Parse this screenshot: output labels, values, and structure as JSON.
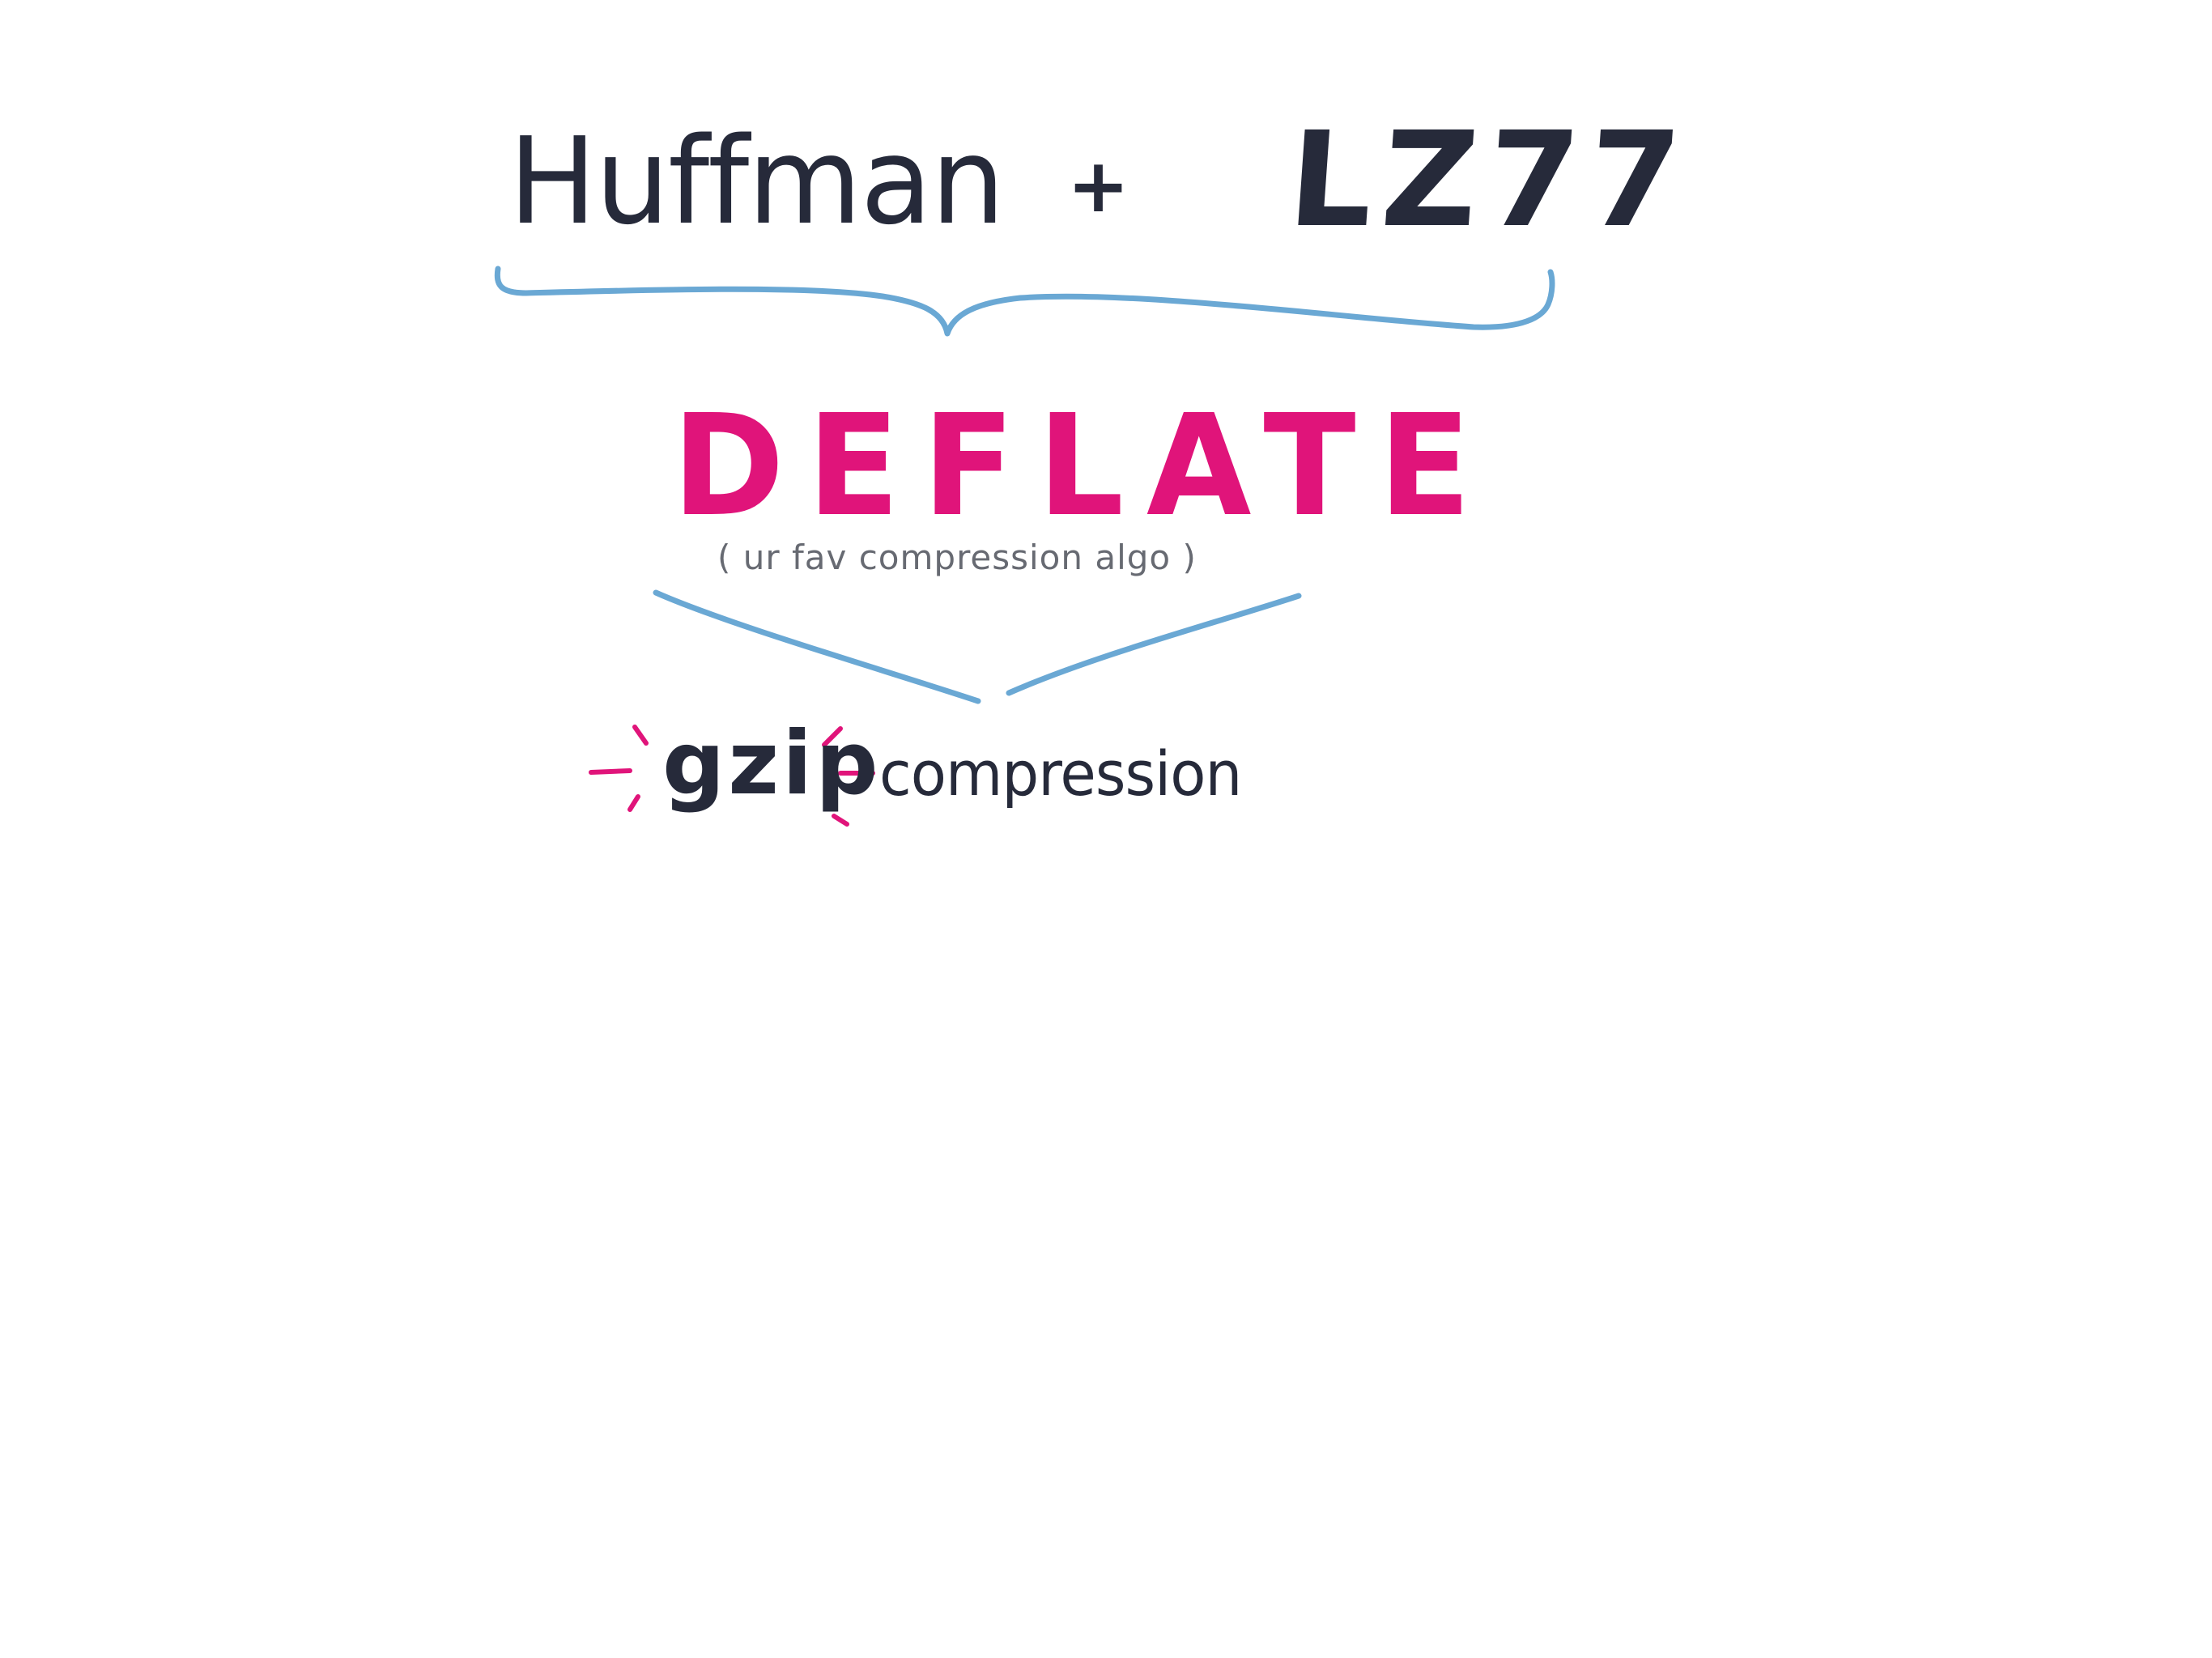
{
  "diagram": {
    "top_left_term": "Huffman",
    "operator": "+",
    "top_right_term": "LZ77",
    "result": "DEFLATE",
    "result_note": "( ur fav compression algo )",
    "output_highlight": "gzip",
    "output_suffix": "compression"
  },
  "colors": {
    "ink": "#262a3a",
    "accent": "#e0147a",
    "connector": "#6aa8d4",
    "note": "#676a72",
    "background": "#ffffff"
  },
  "icons": {
    "brace": "curly-brace-icon",
    "funnel": "converging-lines-icon",
    "sparkle": "sparkle-burst-icon"
  }
}
